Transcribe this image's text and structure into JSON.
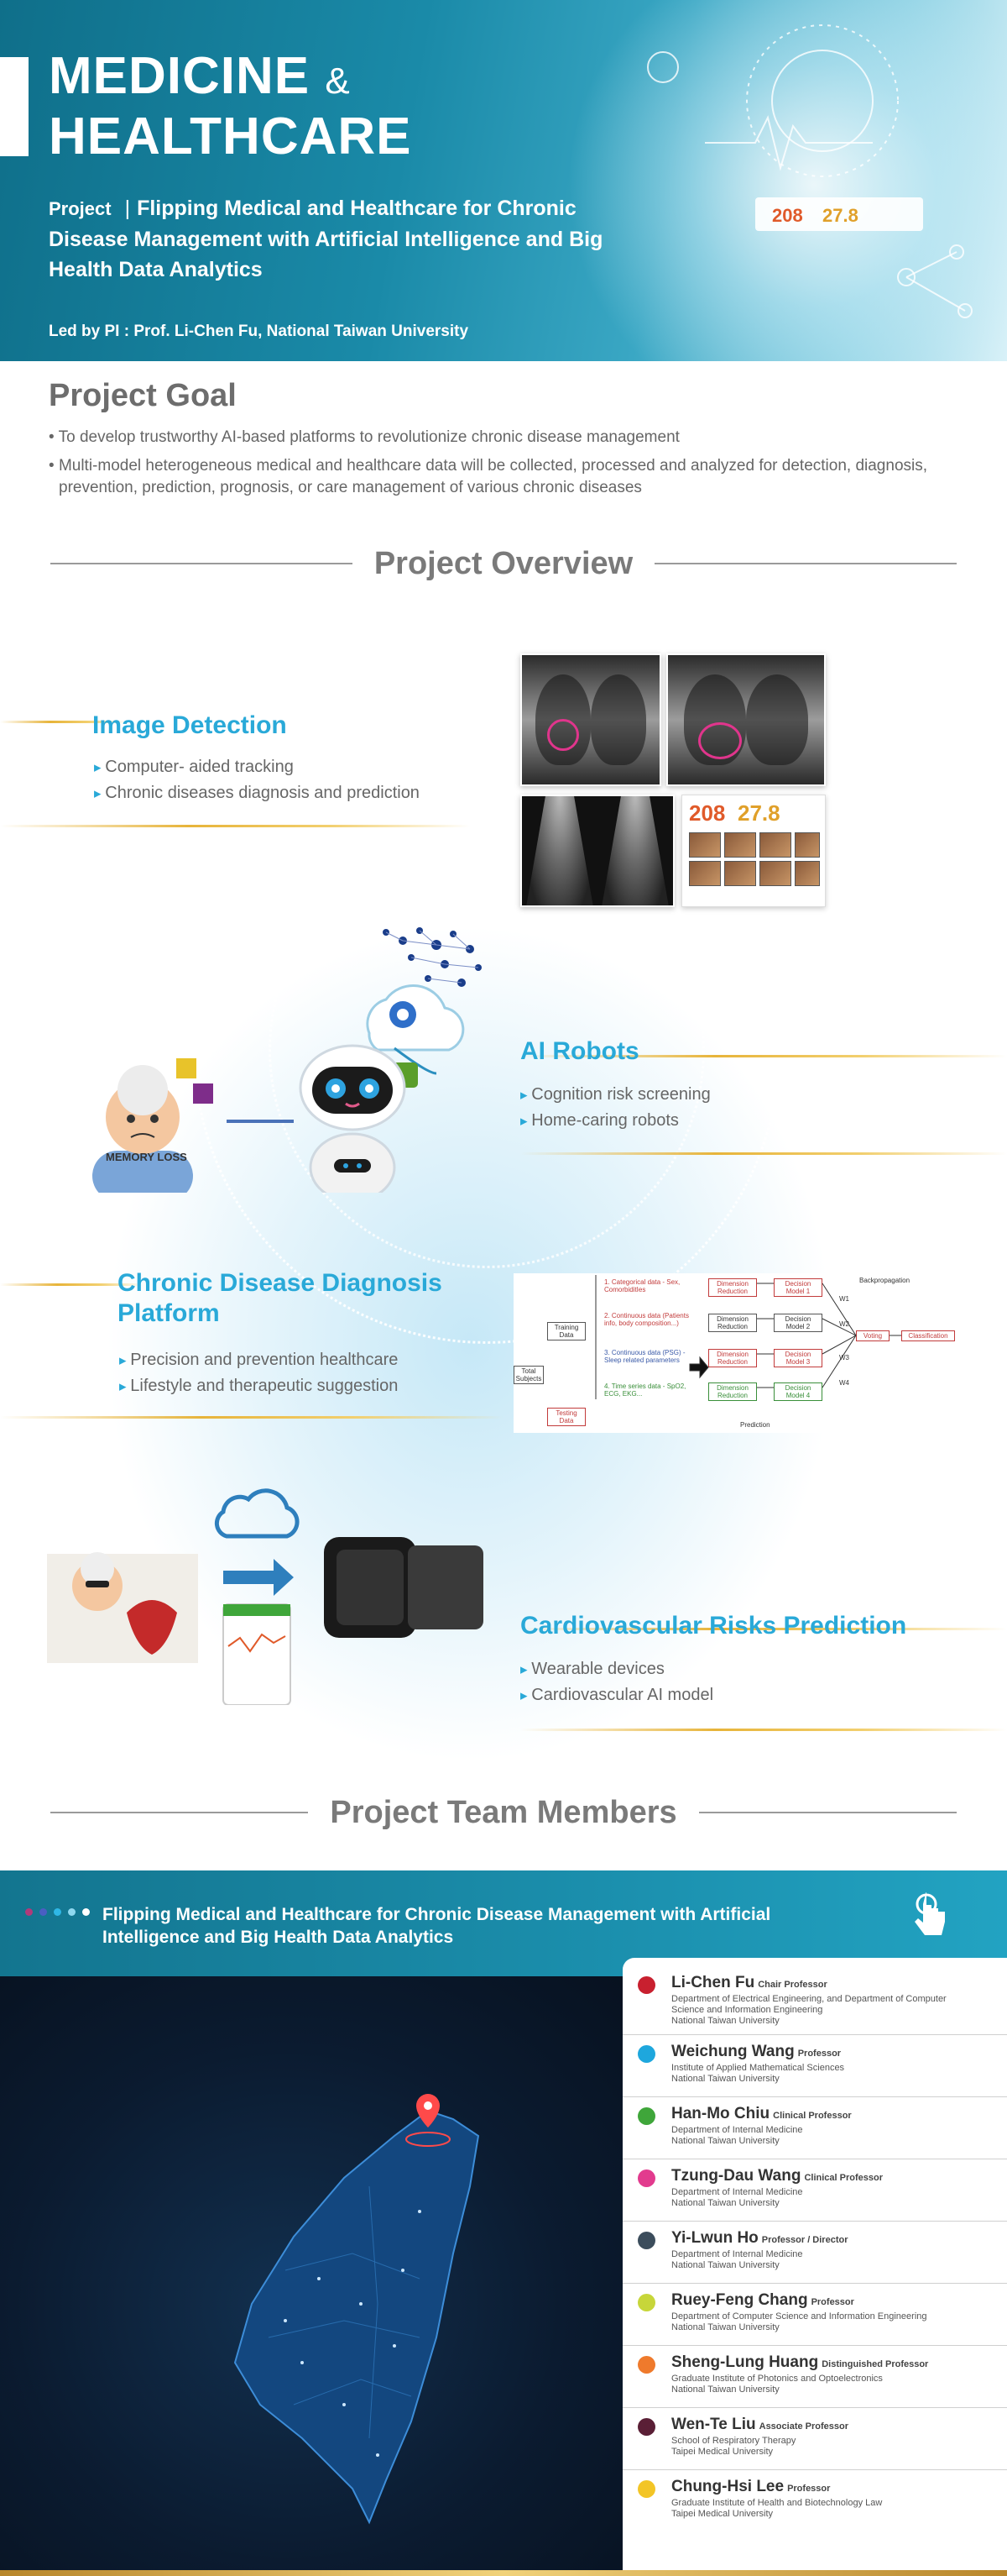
{
  "hero": {
    "title_line1": "MEDICINE",
    "title_amp": "&",
    "title_line2": "HEALTHCARE",
    "project_tag": "Project",
    "project_sep": "|",
    "project_name": "Flipping Medical and Healthcare for Chronic Disease Management with Artificial Intelligence and Big Health Data Analytics",
    "led_by": "Led by PI : Prof. Li-Chen Fu, National Taiwan University"
  },
  "goal": {
    "title": "Project Goal",
    "items": [
      "To develop trustworthy AI-based platforms to revolutionize chronic disease management",
      "Multi-model heterogeneous medical and healthcare data will be collected, processed and analyzed for detection, diagnosis, prevention, prediction, prognosis, or care management of various chronic diseases"
    ]
  },
  "overview": {
    "title": "Project Overview",
    "features": [
      {
        "title": "Image Detection",
        "items": [
          "Computer- aided tracking",
          "Chronic diseases diagnosis and prediction"
        ]
      },
      {
        "title": "AI Robots",
        "items": [
          "Cognition risk screening",
          "Home-caring robots"
        ]
      },
      {
        "title": "Chronic Disease Diagnosis Platform",
        "items": [
          "Precision and prevention healthcare",
          "Lifestyle and therapeutic suggestion"
        ]
      },
      {
        "title": "Cardiovascular Risks Prediction",
        "items": [
          "Wearable devices",
          "Cardiovascular AI model"
        ]
      }
    ],
    "memory_loss_label": "MEMORY LOSS",
    "panel_numbers": [
      "208",
      "27.8"
    ]
  },
  "flow": {
    "col1": [
      "1. Categorical data - Sex, ComorbiditIes",
      "2. Continuous data (Patients info, body composition...)",
      "3. Continuous data (PSG) - Sleep related parameters",
      "4. Time series data - SpO2, ECG, EKG..."
    ],
    "reduction": [
      "Dimension Reduction",
      "Dimension Reduction",
      "Dimension Reduction",
      "Dimension Reduction"
    ],
    "models": [
      "Decision Model 1",
      "Decision Model 2",
      "Decision Model 3",
      "Decision Model 4"
    ],
    "weights": [
      "W1",
      "W2",
      "W3",
      "W4"
    ],
    "training": "Training Data",
    "testing": "Testing Data",
    "total": "Total Subjects",
    "voting": "Voting",
    "classification": "Classification",
    "backprop": "Backpropagation",
    "prediction": "Prediction"
  },
  "team": {
    "section_title": "Project Team Members",
    "band_title": "Flipping Medical and Healthcare for Chronic Disease Management with Artificial Intelligence and Big Health Data Analytics",
    "members": [
      {
        "name": "Li-Chen Fu",
        "role": "Chair Professor",
        "dept": "Department of Electrical Engineering, and Department of Computer Science and Information Engineering",
        "org": "National Taiwan University",
        "color": "#c8202f"
      },
      {
        "name": "Weichung Wang",
        "role": "Professor",
        "dept": "Institute of Applied Mathematical Sciences",
        "org": "National Taiwan University",
        "color": "#1ea7dd"
      },
      {
        "name": "Han-Mo Chiu",
        "role": "Clinical Professor",
        "dept": "Department of Internal Medicine",
        "org": "National Taiwan University",
        "color": "#3fa63a"
      },
      {
        "name": "Tzung-Dau Wang",
        "role": "Clinical Professor",
        "dept": "Department of Internal Medicine",
        "org": "National Taiwan University",
        "color": "#e23b8e"
      },
      {
        "name": "Yi-Lwun Ho",
        "role": "Professor / Director",
        "dept": "Department of Internal Medicine",
        "org": "National Taiwan University",
        "color": "#3c4d5c"
      },
      {
        "name": "Ruey-Feng Chang",
        "role": "Professor",
        "dept": "Department of Computer Science and Information Engineering",
        "org": "National Taiwan University",
        "color": "#c7d63a"
      },
      {
        "name": "Sheng-Lung Huang",
        "role": "Distinguished Professor",
        "dept": "Graduate Institute of Photonics and Optoelectronics",
        "org": "National Taiwan University",
        "color": "#ef7a2c"
      },
      {
        "name": "Wen-Te Liu",
        "role": "Associate Professor",
        "dept": "School of Respiratory Therapy",
        "org": "Taipei Medical University",
        "color": "#5a1f36"
      },
      {
        "name": "Chung-Hsi Lee",
        "role": "Professor",
        "dept": "Graduate Institute of Health and Biotechnology Law",
        "org": "Taipei Medical University",
        "color": "#f3c526"
      }
    ]
  },
  "colors": {
    "accent": "#29a9d8",
    "gold": "#e7b43a",
    "teal": "#1a8aa8"
  }
}
